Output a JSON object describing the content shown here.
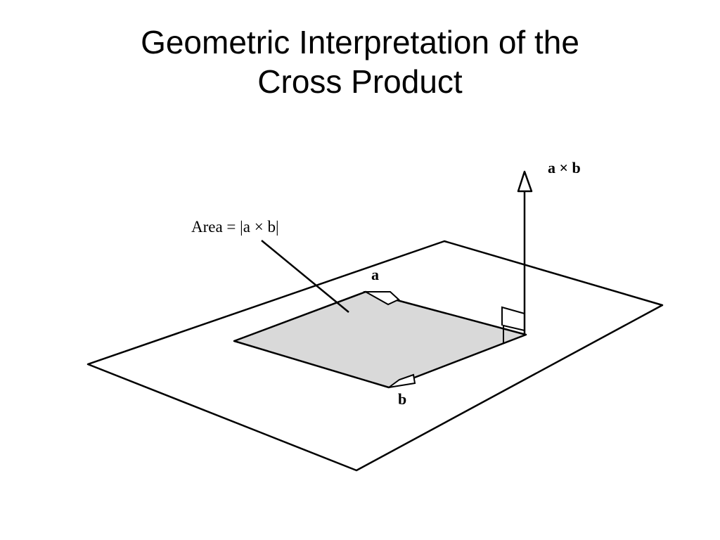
{
  "slide": {
    "title_line1": "Geometric Interpretation of the",
    "title_line2": "Cross Product"
  },
  "diagram": {
    "area_label": "Area = |a × b|",
    "vector_a_label": "a",
    "vector_b_label": "b",
    "cross_product_label": "a × b",
    "colors": {
      "stroke": "#000000",
      "parallelogram_fill": "#d9d9d9",
      "plane_fill": "#ffffff"
    }
  }
}
